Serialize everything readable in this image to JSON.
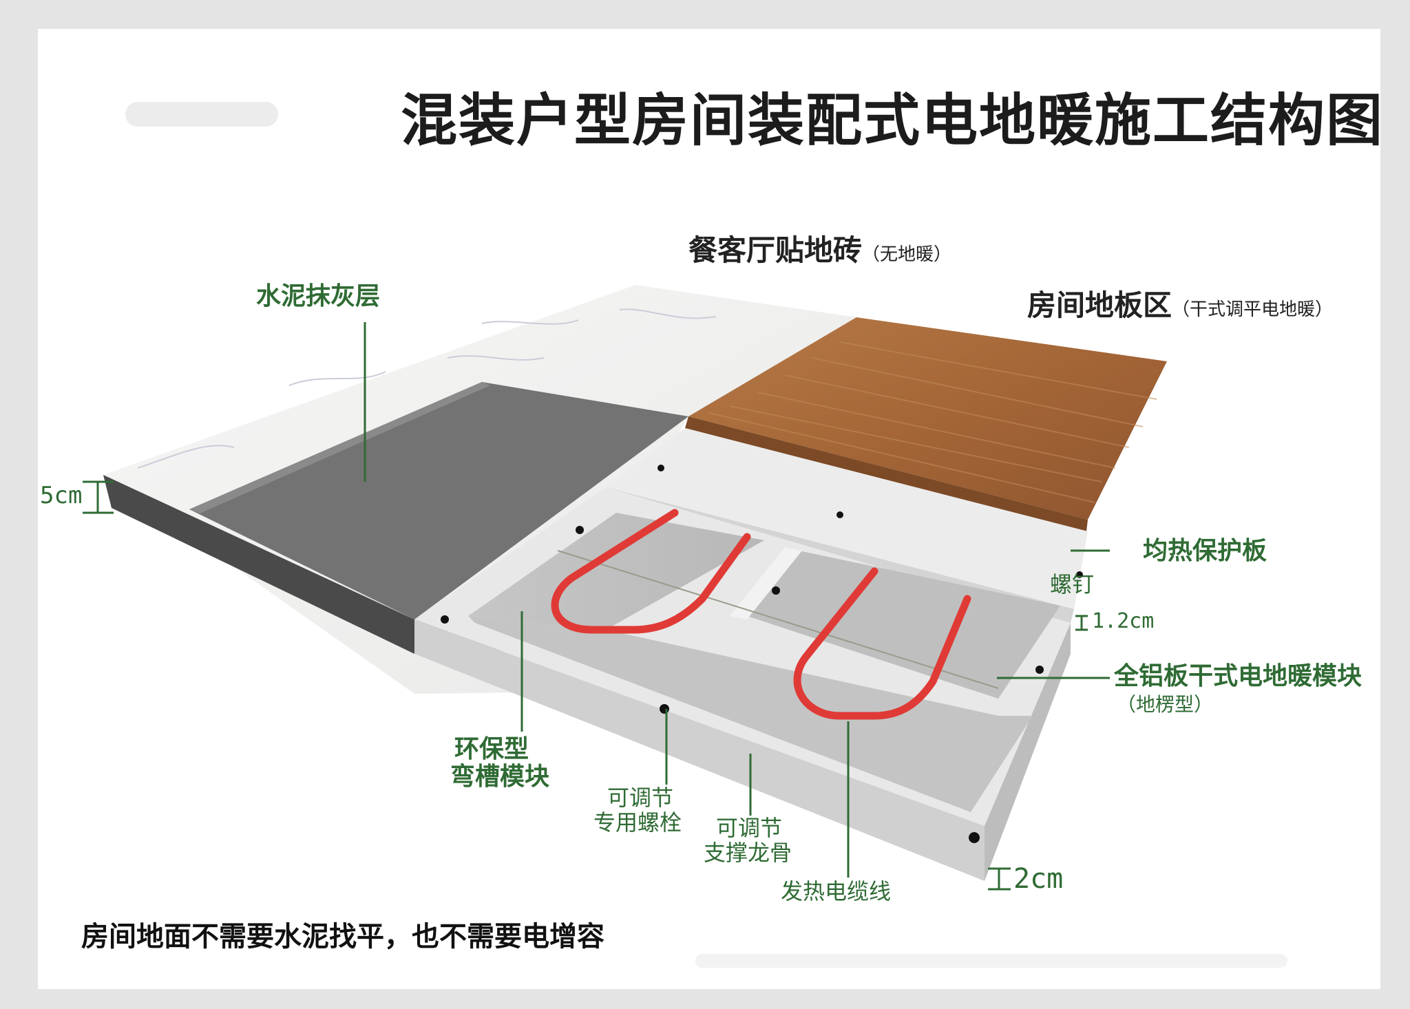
{
  "title": "混装户型房间装配式电地暖施工结构图",
  "zones": {
    "living": {
      "title": "餐客厅贴地砖",
      "sub": "（无地暖）"
    },
    "room": {
      "title": "房间地板区",
      "sub": "（干式调平电地暖）"
    }
  },
  "labels": {
    "cement_layer": "水泥抹灰层",
    "heat_plate": "均热保护板",
    "screw": "螺钉",
    "module_line1": "全铝板干式电地暖模块",
    "module_line2": "（地楞型）",
    "groove_line1": "环保型",
    "groove_line2": "弯槽模块",
    "bolt_line1": "可调节",
    "bolt_line2": "专用螺栓",
    "joist_line1": "可调节",
    "joist_line2": "支撑龙骨",
    "cable": "发热电缆线"
  },
  "dimensions": {
    "slab": "5cm",
    "plate": "1.2cm",
    "base": "2cm"
  },
  "footnote": "房间地面不需要水泥找平，也不需要电增容",
  "colors": {
    "label_green": "#2f6b34",
    "cable_red": "#e03a36",
    "wood": "#a8693a",
    "marble": "#f1f1f0",
    "cement": "#737373"
  }
}
